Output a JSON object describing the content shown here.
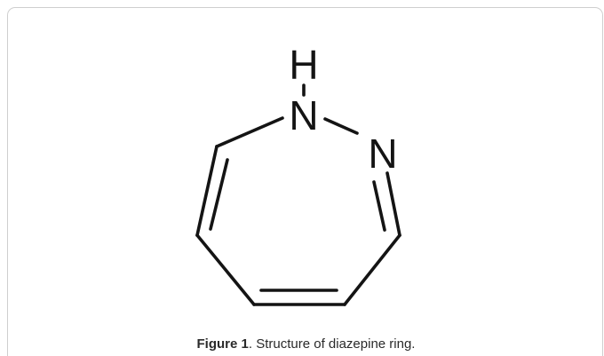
{
  "figure": {
    "molecule": {
      "atoms": {
        "h": "H",
        "n1": "N",
        "n2": "N"
      }
    },
    "caption": {
      "label": "Figure 1",
      "text": ". Structure of diazepine ring."
    }
  }
}
